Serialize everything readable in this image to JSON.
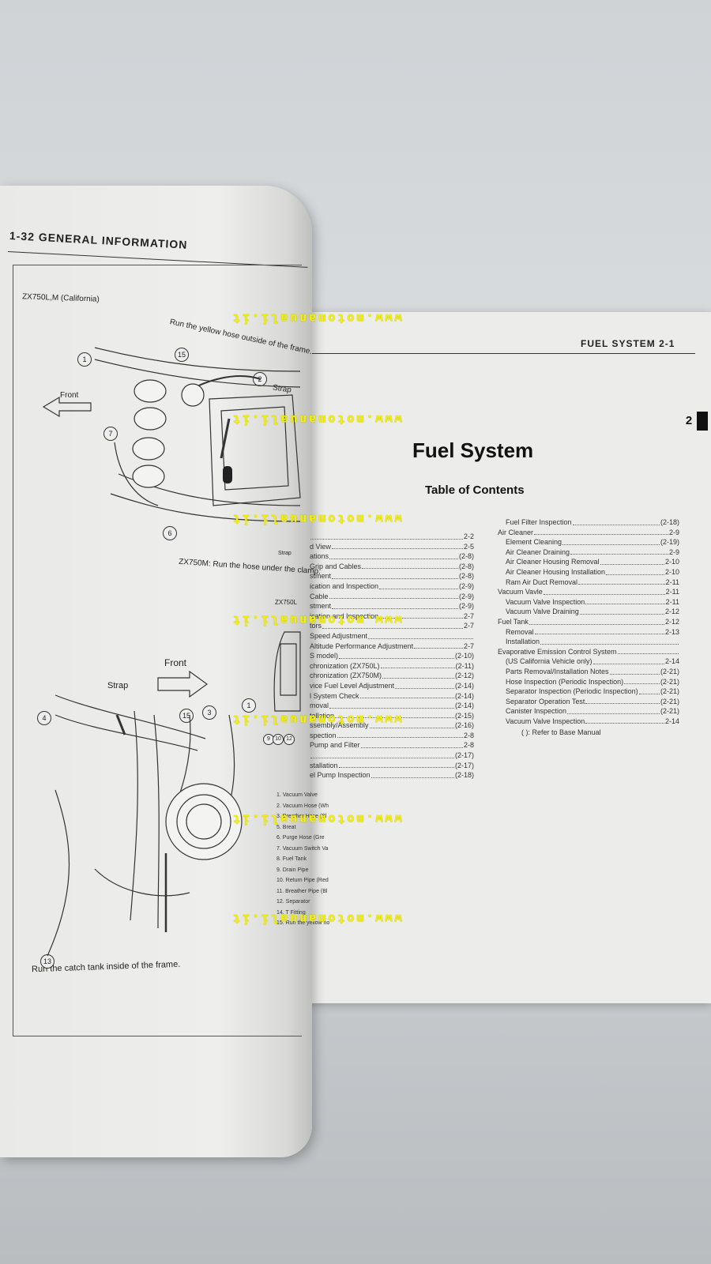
{
  "left_page": {
    "header": "1-32 GENERAL INFORMATION",
    "model_label": "ZX750L,M (California)",
    "note_yellow_hose": "Run the yellow hose outside of the frame.",
    "label_front_top": "Front",
    "label_strap_top": "Strap",
    "note_zx750m": "ZX750M: Run the hose under the clamp.",
    "label_zx750l": "ZX750L",
    "label_front_bottom": "Front",
    "label_strap_bottom": "Strap",
    "caption": "Run the catch tank inside of the frame.",
    "legend": [
      "1. Vacuum Valve",
      "2. Vacuum Hose (Wh",
      "3. Breather Hose (Bl",
      "5. Breat",
      "6. Purge Hose (Gre",
      "7. Vacuum Switch Va",
      "8. Fuel Tank",
      "9. Drain Pipe",
      "10. Return Pipe (Red",
      "11. Breather Pipe (Bl",
      "12. Separator",
      "14. T Fitting",
      "15. Run the yellow ho"
    ],
    "callouts": [
      "1",
      "15",
      "2",
      "7",
      "6",
      "4",
      "15",
      "3",
      "1",
      "13",
      "9",
      "10",
      "12"
    ]
  },
  "right_page": {
    "header": "FUEL SYSTEM 2-1",
    "tab": "2",
    "title": "Fuel System",
    "toc_title": "Table of Contents",
    "toc_left": [
      {
        "t": "",
        "p": "2-2"
      },
      {
        "t": "d View",
        "p": "2-5"
      },
      {
        "t": "ations",
        "p": "(2-8)"
      },
      {
        "t": "Grip and Cables",
        "p": "(2-8)"
      },
      {
        "t": "stment",
        "p": "(2-8)"
      },
      {
        "t": "ication and Inspection",
        "p": "(2-9)"
      },
      {
        "t": "Cable",
        "p": "(2-9)"
      },
      {
        "t": "stment",
        "p": "(2-9)"
      },
      {
        "t": "ication and Inspection",
        "p": "2-7"
      },
      {
        "t": "tors",
        "p": "2-7"
      },
      {
        "t": "Speed Adjustment",
        "p": ""
      },
      {
        "t": "Altitude Performance Adjustment",
        "p": "2-7"
      },
      {
        "t": "S model)",
        "p": "(2-10)"
      },
      {
        "t": "chronization (ZX750L)",
        "p": "(2-11)"
      },
      {
        "t": "chronization (ZX750M)",
        "p": "(2-12)"
      },
      {
        "t": "vice Fuel Level Adjustment",
        "p": "(2-14)"
      },
      {
        "t": "l System Check",
        "p": "(2-14)"
      },
      {
        "t": "moval",
        "p": "(2-14)"
      },
      {
        "t": "tallation",
        "p": "(2-15)"
      },
      {
        "t": "ssembly/Assembly",
        "p": "(2-16)"
      },
      {
        "t": "spection",
        "p": "2-8"
      },
      {
        "t": "Pump and Filter",
        "p": "2-8"
      },
      {
        "t": "",
        "p": "(2-17)"
      },
      {
        "t": "stallation",
        "p": "(2-17)"
      },
      {
        "t": "el Pump Inspection",
        "p": "(2-18)"
      }
    ],
    "toc_right": [
      {
        "t": "Fuel Filter Inspection",
        "p": "(2-18)",
        "i": 1
      },
      {
        "t": "Air Cleaner",
        "p": "2-9",
        "i": 0
      },
      {
        "t": "Element Cleaning",
        "p": "(2-19)",
        "i": 1
      },
      {
        "t": "Air Cleaner Draining",
        "p": "2-9",
        "i": 1
      },
      {
        "t": "Air Cleaner Housing Removal",
        "p": "2-10",
        "i": 1
      },
      {
        "t": "Air Cleaner Housing Installation",
        "p": "2-10",
        "i": 1
      },
      {
        "t": "Ram Air Duct Removal",
        "p": "2-11",
        "i": 1
      },
      {
        "t": "Vacuum Vavle",
        "p": "2-11",
        "i": 0
      },
      {
        "t": "Vacuum Valve Inspection",
        "p": "2-11",
        "i": 1
      },
      {
        "t": "Vacuum Valve Draining",
        "p": "2-12",
        "i": 1
      },
      {
        "t": "Fuel Tank",
        "p": "2-12",
        "i": 0
      },
      {
        "t": "Removal",
        "p": "2-13",
        "i": 1
      },
      {
        "t": "Installation",
        "p": "",
        "i": 1
      },
      {
        "t": "Evaporative Emission Control System",
        "p": "",
        "i": 0
      },
      {
        "t": "(US California Vehicle only)",
        "p": "2-14",
        "i": 1
      },
      {
        "t": "Parts Removal/Installation Notes",
        "p": "(2-21)",
        "i": 1
      },
      {
        "t": "Hose Inspection (Periodic Inspection)",
        "p": "(2-21)",
        "i": 1
      },
      {
        "t": "Separator Inspection (Periodic Inspection)",
        "p": "(2-21)",
        "i": 1
      },
      {
        "t": "Separator Operation Test",
        "p": "(2-21)",
        "i": 1
      },
      {
        "t": "Canister Inspection",
        "p": "(2-21)",
        "i": 1
      },
      {
        "t": "Vacuum Valve Inspection",
        "p": "2-14",
        "i": 1
      }
    ],
    "toc_note": "( ): Refer to Base Manual"
  },
  "watermark": "www.motomanuali.it",
  "colors": {
    "watermark": "#f5f000",
    "page": "#ecedeb",
    "ink": "#222222"
  }
}
